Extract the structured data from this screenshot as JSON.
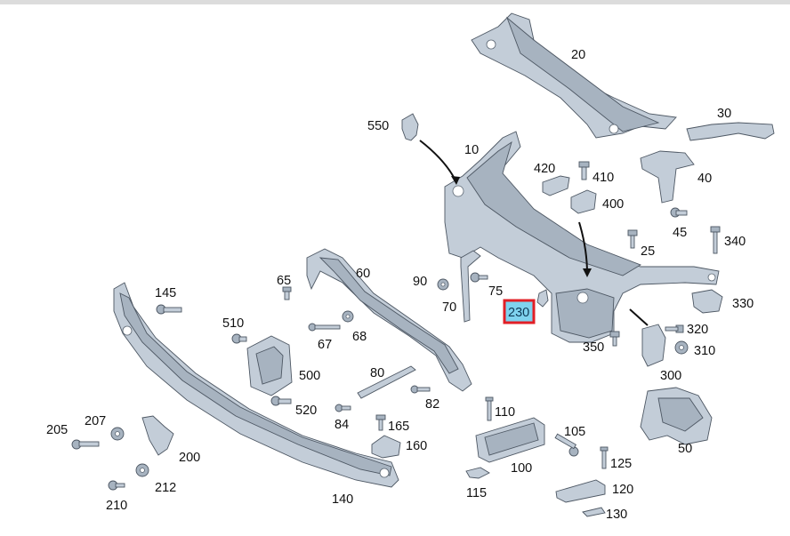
{
  "diagram": {
    "highlighted_label": "230",
    "callouts": {
      "c10": "10",
      "c20": "20",
      "c25": "25",
      "c30": "30",
      "c40": "40",
      "c45": "45",
      "c50": "50",
      "c60": "60",
      "c65": "65",
      "c67": "67",
      "c68": "68",
      "c70": "70",
      "c75": "75",
      "c80": "80",
      "c82": "82",
      "c84": "84",
      "c90": "90",
      "c100": "100",
      "c105": "105",
      "c110": "110",
      "c115": "115",
      "c120": "120",
      "c125": "125",
      "c130": "130",
      "c140": "140",
      "c145": "145",
      "c160": "160",
      "c165": "165",
      "c200": "200",
      "c205": "205",
      "c207": "207",
      "c210": "210",
      "c212": "212",
      "c300": "300",
      "c310": "310",
      "c320": "320",
      "c330": "330",
      "c340": "340",
      "c350": "350",
      "c400": "400",
      "c410": "410",
      "c420": "420",
      "c500": "500",
      "c510": "510",
      "c520": "520",
      "c550": "550"
    },
    "colors": {
      "part_fill": "#c3cdd8",
      "outline": "#4d5763",
      "highlight_fill": "#7fd3ef",
      "highlight_border": "#e11f26"
    }
  }
}
